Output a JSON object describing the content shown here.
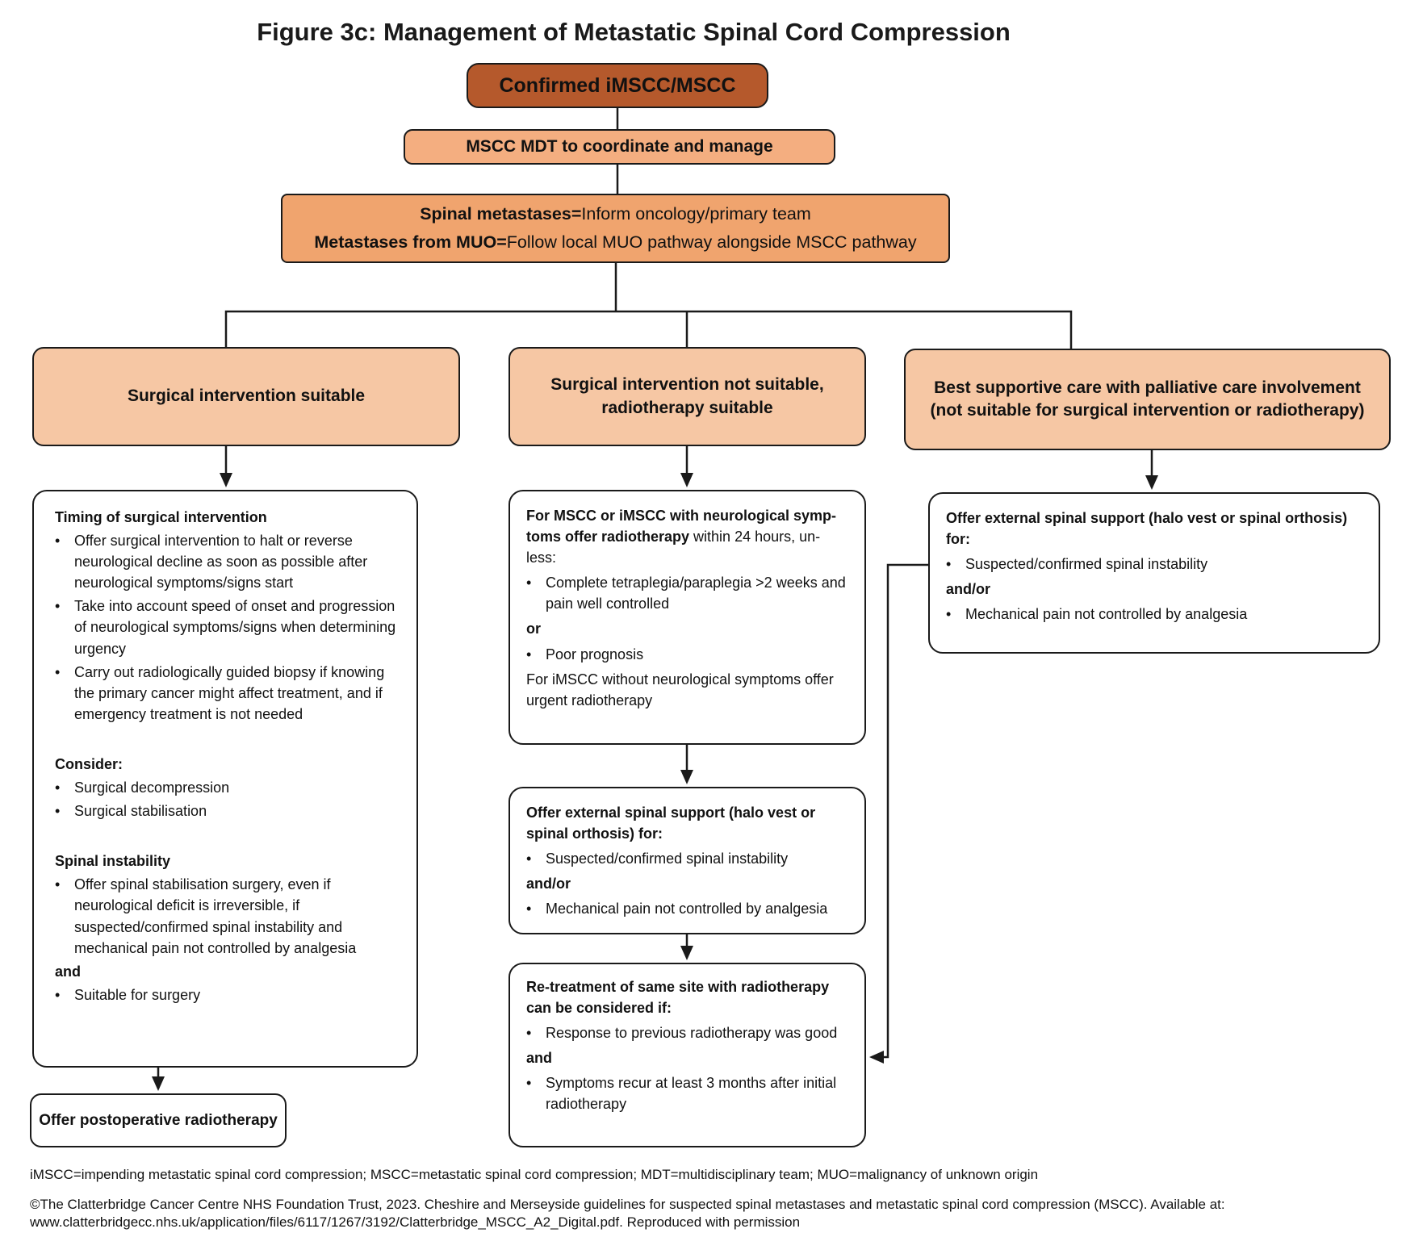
{
  "title": "Figure 3c: Management of Metastatic Spinal Cord Compression",
  "colors": {
    "dark_orange": "#B5592C",
    "mid_orange": "#F0A46E",
    "light_orange": "#F4AE80",
    "peach": "#F6C7A4",
    "line": "#1a1a1a"
  },
  "nodes": {
    "confirmed": {
      "label": "Confirmed iMSCC/MSCC"
    },
    "mdt": {
      "label": "MSCC MDT to coordinate and manage"
    },
    "inform": {
      "items": [
        {
          "style": "center",
          "segments": [
            {
              "bold": true,
              "text": "Spinal metastases="
            },
            {
              "text": "Inform oncology/primary team"
            }
          ]
        },
        {
          "style": "center",
          "segments": [
            {
              "bold": true,
              "text": "Metastases from MUO="
            },
            {
              "text": "Follow local MUO pathway alongside MSCC pathway"
            }
          ]
        }
      ]
    },
    "branch_left": {
      "label": "Surgical intervention suitable"
    },
    "branch_mid": {
      "label": "Surgical intervention not suitable, radiotherapy suitable"
    },
    "branch_right": {
      "label": "Best supportive care with palliative care involvement (not suitable for surgical intervention or radiotherapy)"
    },
    "left_detail": {
      "items": [
        {
          "style": "para",
          "segments": [
            {
              "bold": true,
              "text": "Timing of surgical intervention"
            }
          ]
        },
        {
          "style": "bullet",
          "segments": [
            {
              "text": "Offer surgical intervention to halt or reverse neurological decline as soon as possible after neurological symptoms/signs start"
            }
          ]
        },
        {
          "style": "bullet",
          "segments": [
            {
              "text": "Take into account speed of onset and progression of neurological symptoms/signs when determining urgency"
            }
          ]
        },
        {
          "style": "bullet",
          "segments": [
            {
              "text": "Carry out radiologically guided biopsy if knowing the primary cancer might affect treatment, and if emergency treatment is not needed"
            }
          ]
        },
        {
          "style": "para",
          "gap": true,
          "segments": [
            {
              "bold": true,
              "text": "Consider:"
            }
          ]
        },
        {
          "style": "bullet",
          "segments": [
            {
              "text": "Surgical decompression"
            }
          ]
        },
        {
          "style": "bullet",
          "segments": [
            {
              "text": "Surgical stabilisation"
            }
          ]
        },
        {
          "style": "para",
          "gap": true,
          "segments": [
            {
              "bold": true,
              "text": "Spinal instability"
            }
          ]
        },
        {
          "style": "bullet",
          "segments": [
            {
              "text": "Offer spinal stabilisation surgery, even if neurological deficit is irreversible, if suspected/confirmed spinal instability and mechanical pain not controlled by analgesia"
            }
          ]
        },
        {
          "style": "para",
          "segments": [
            {
              "bold": true,
              "text": "and"
            }
          ]
        },
        {
          "style": "bullet",
          "segments": [
            {
              "text": "Suitable for surgery"
            }
          ]
        }
      ]
    },
    "postop": {
      "label": "Offer postoperative radiotherapy"
    },
    "mid_radio": {
      "items": [
        {
          "style": "para",
          "segments": [
            {
              "bold": true,
              "text": "For MSCC or iMSCC with neurological symp-\ntoms offer radiotherapy "
            },
            {
              "text": "within 24 hours, un-\nless:"
            }
          ]
        },
        {
          "style": "bullet",
          "segments": [
            {
              "text": "Complete tetraplegia/paraplegia >2 weeks and pain well controlled"
            }
          ]
        },
        {
          "style": "para",
          "segments": [
            {
              "bold": true,
              "text": "or"
            }
          ]
        },
        {
          "style": "bullet",
          "segments": [
            {
              "text": "Poor prognosis"
            }
          ]
        },
        {
          "style": "para",
          "segments": [
            {
              "text": "For iMSCC without neurological symptoms offer urgent radiotherapy"
            }
          ]
        }
      ]
    },
    "mid_support": {
      "items": [
        {
          "style": "para",
          "segments": [
            {
              "bold": true,
              "text": "Offer external spinal support (halo vest or spinal orthosis) for:"
            }
          ]
        },
        {
          "style": "bullet",
          "segments": [
            {
              "text": "Suspected/confirmed spinal instability"
            }
          ]
        },
        {
          "style": "para",
          "segments": [
            {
              "bold": true,
              "text": "and/or"
            }
          ]
        },
        {
          "style": "bullet",
          "segments": [
            {
              "text": "Mechanical pain not controlled by analgesia"
            }
          ]
        }
      ]
    },
    "mid_retreat": {
      "items": [
        {
          "style": "para",
          "segments": [
            {
              "bold": true,
              "text": "Re-treatment of same site with radiotherapy can be considered if:"
            }
          ]
        },
        {
          "style": "bullet",
          "segments": [
            {
              "text": "Response to previous radiotherapy was good"
            }
          ]
        },
        {
          "style": "para",
          "segments": [
            {
              "bold": true,
              "text": "and"
            }
          ]
        },
        {
          "style": "bullet",
          "segments": [
            {
              "text": "Symptoms recur at least 3 months after initial radiotherapy"
            }
          ]
        }
      ]
    },
    "right_support": {
      "items": [
        {
          "style": "para",
          "segments": [
            {
              "bold": true,
              "text": "Offer external spinal support (halo vest or spinal orthosis) for:"
            }
          ]
        },
        {
          "style": "bullet",
          "segments": [
            {
              "text": "Suspected/confirmed spinal instability"
            }
          ]
        },
        {
          "style": "para",
          "segments": [
            {
              "bold": true,
              "text": "and/or"
            }
          ]
        },
        {
          "style": "bullet",
          "segments": [
            {
              "text": "Mechanical pain not controlled by analgesia"
            }
          ]
        }
      ]
    }
  },
  "footer": {
    "abbreviations": "iMSCC=impending metastatic spinal cord compression; MSCC=metastatic spinal cord compression; MDT=multidisciplinary team; MUO=malignancy of unknown origin",
    "copyright": "©The Clatterbridge Cancer Centre NHS Foundation Trust, 2023. Cheshire and Merseyside guidelines for suspected spinal metastases and metastatic spinal cord compression (MSCC). Available at:\nwww.clatterbridgecc.nhs.uk/application/files/6117/1267/3192/Clatterbridge_MSCC_A2_Digital.pdf. Reproduced with permission"
  }
}
